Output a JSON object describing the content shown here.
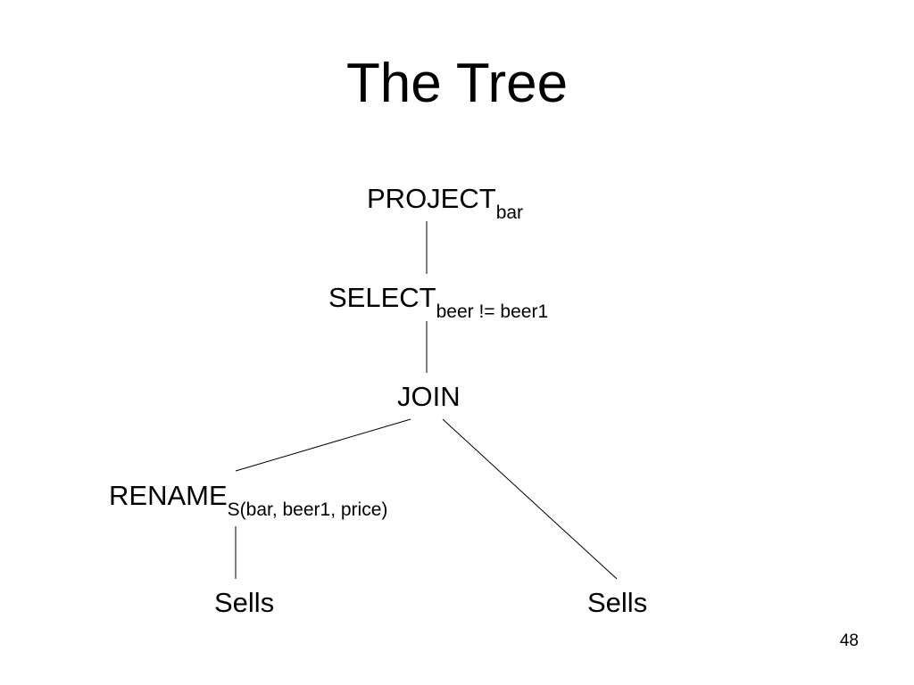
{
  "slide": {
    "title": "The Tree",
    "page_number": "48"
  },
  "tree": {
    "project": {
      "label": "PROJECT",
      "subscript": "bar"
    },
    "select": {
      "label": "SELECT",
      "subscript": "beer != beer1"
    },
    "join": {
      "label": "JOIN"
    },
    "rename": {
      "label": "RENAME",
      "subscript": "S(bar, beer1, price)"
    },
    "sells_left": {
      "label": "Sells"
    },
    "sells_right": {
      "label": "Sells"
    }
  },
  "colors": {
    "text": "#000000",
    "background": "#ffffff"
  }
}
